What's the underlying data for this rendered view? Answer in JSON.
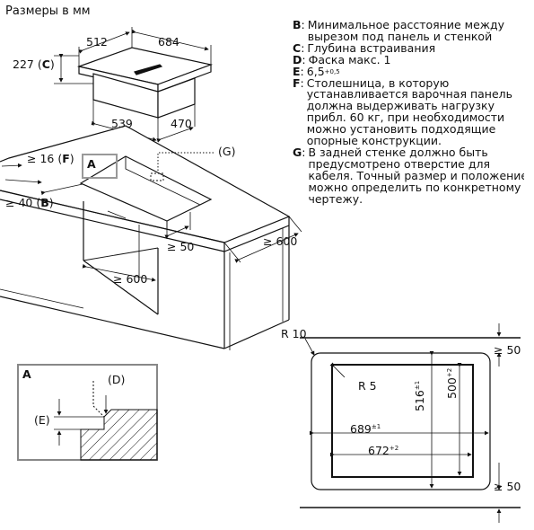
{
  "title": "Размеры в мм",
  "dimensions": {
    "top_width": "684",
    "top_depth": "512",
    "height": "227",
    "height_key": "C",
    "cut_width": "539",
    "cut_depth": "470",
    "counter_thickness": "≥ 16",
    "counter_thickness_key": "F",
    "front_dist": "≥ 40",
    "front_dist_key": "B",
    "g_label": "(G)",
    "detail_marker": "A",
    "rear_gap": "≥ 50",
    "cabinet_depth": "≥ 600",
    "inner_width": "≥ 600"
  },
  "detail": {
    "title": "A",
    "d_label": "(D)",
    "e_label": "(E)"
  },
  "cutout": {
    "outer_radius": "R 10",
    "inner_radius": "R 5",
    "width_main": "689",
    "width_main_tol": "±1",
    "width_inner": "672",
    "width_inner_tol": "+2",
    "height_main": "516",
    "height_main_tol": "±1",
    "height_inner": "500",
    "height_inner_tol": "+2",
    "top_gap": "≥ 50",
    "bottom_gap": "≥ 50"
  },
  "legend": [
    {
      "key": "B",
      "lines": [
        "Минимальное расстояние между",
        "вырезом под панель и стенкой"
      ]
    },
    {
      "key": "C",
      "lines": [
        "Глубина встраивания"
      ]
    },
    {
      "key": "D",
      "lines": [
        "Фаска макс. 1"
      ]
    },
    {
      "key": "E",
      "lines": [
        "6,5"
      ],
      "sup": "+0,5"
    },
    {
      "key": "F",
      "lines": [
        "Столешница, в которую",
        "устанавливается варочная панель",
        "должна выдерживать нагрузку",
        "прибл. 60 кг, при необходимости",
        "можно установить подходящие",
        "опорные конструкции."
      ]
    },
    {
      "key": "G",
      "lines": [
        "В задней стенке должно быть",
        "предусмотрено отверстие для",
        "кабеля. Точный размер и положение",
        "можно определить по конкретному",
        "чертежу."
      ]
    }
  ]
}
